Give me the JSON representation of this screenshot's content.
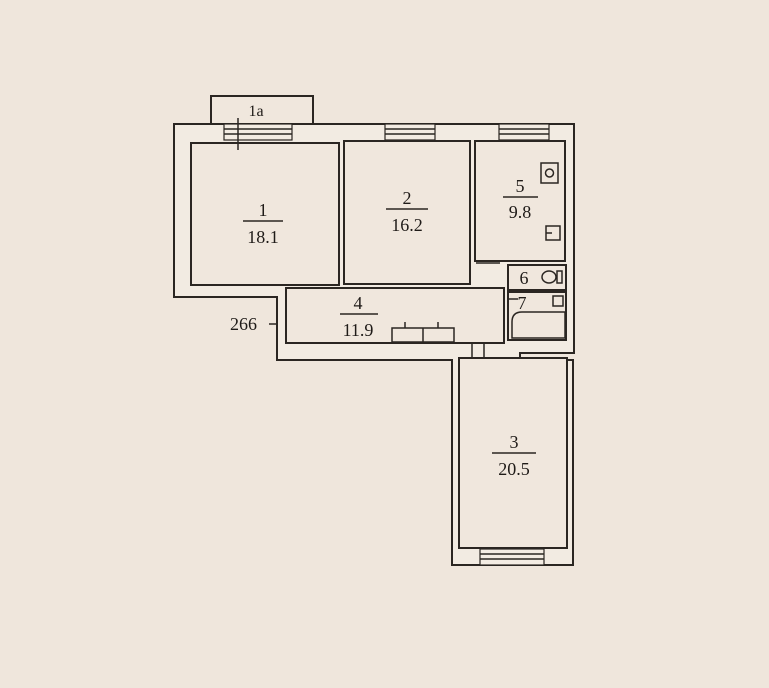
{
  "plan": {
    "balcony_label": "1a",
    "dimension_label": "266",
    "rooms": [
      {
        "number": "1",
        "area": "18.1"
      },
      {
        "number": "2",
        "area": "16.2"
      },
      {
        "number": "3",
        "area": "20.5"
      },
      {
        "number": "4",
        "area": "11.9"
      },
      {
        "number": "5",
        "area": "9.8"
      },
      {
        "number": "6",
        "area": ""
      },
      {
        "number": "7",
        "area": ""
      }
    ]
  }
}
